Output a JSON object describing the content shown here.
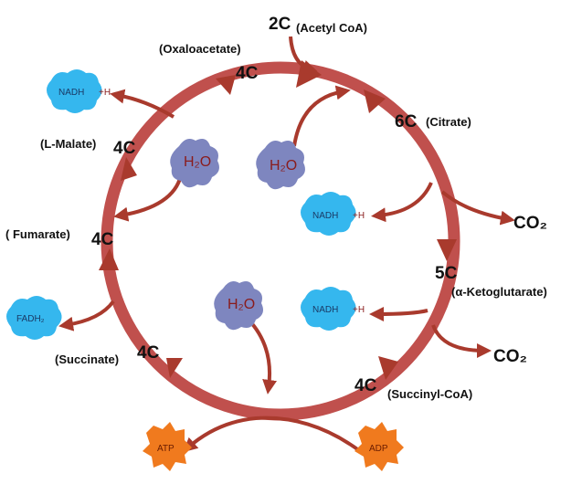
{
  "carbon_counts": {
    "acetyl": "2C",
    "oxaloacetate": "4C",
    "citrate": "6C",
    "l_malate": "4C",
    "fumarate": "4C",
    "ketoglutarate": "5C",
    "succinate": "4C",
    "succinyl": "4C"
  },
  "compounds": {
    "acetyl": "(Acetyl CoA)",
    "oxaloacetate": "(Oxaloacetate)",
    "citrate": "(Citrate)",
    "l_malate": "(L-Malate)",
    "fumarate": "( Fumarate)",
    "ketoglutarate": "(α-Ketoglutarate)",
    "succinate": "(Succinate)",
    "succinyl": "(Succinyl-CoA)"
  },
  "molecules": {
    "nadh": "NADH",
    "plus_h": "+H",
    "fadh2": "FADH₂",
    "h2o": "H₂O",
    "co2": "CO₂",
    "atp": "ATP",
    "adp": "ADP"
  },
  "colors": {
    "cycle": "#c0504d",
    "arrow": "#a93a2d",
    "blob_blue": "#35b7ee",
    "blob_water": "#7e86bf",
    "blob_orange": "#f07a1e"
  }
}
